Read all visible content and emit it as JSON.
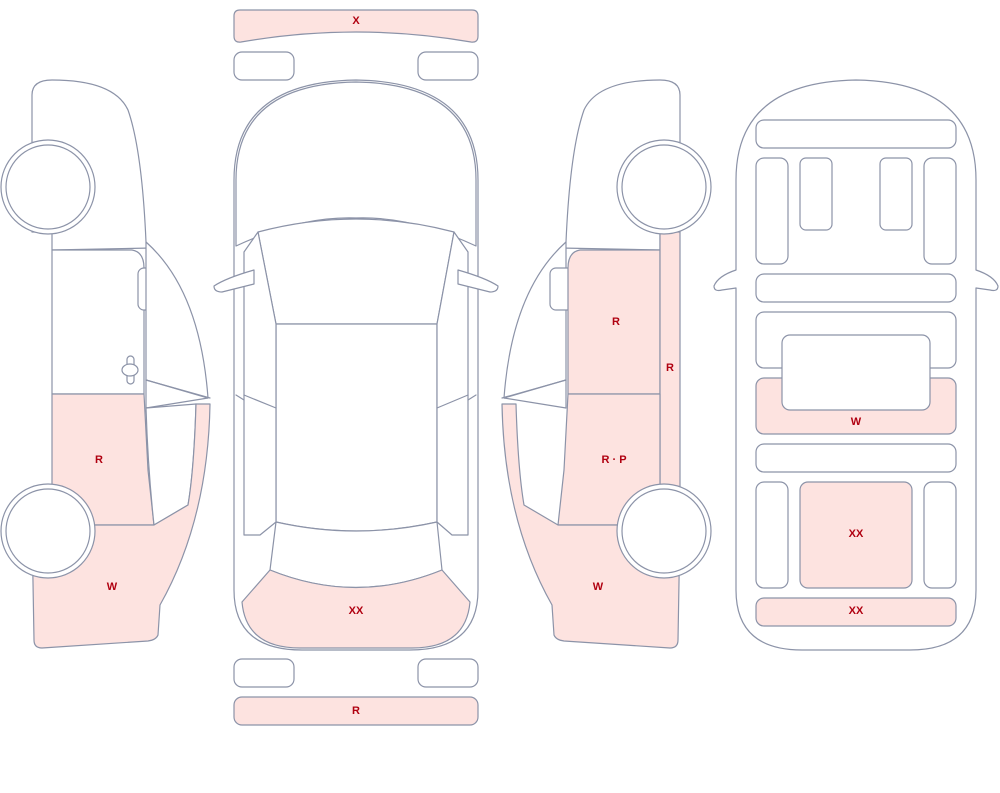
{
  "colors": {
    "outline": "#8c93a8",
    "damage_fill": "#fde3e0",
    "label_text": "#b00010",
    "background": "#ffffff"
  },
  "labels": {
    "front_bumper": "X",
    "left_rear_door": "R",
    "left_rear_quarter": "W",
    "top_rear_hatch": "XX",
    "rear_bumper": "R",
    "right_front_door": "R",
    "right_rocker": "R",
    "right_rear_door": "R · P",
    "right_rear_quarter": "W",
    "bottom_trunk_floor": "W",
    "bottom_spare_area": "XX",
    "bottom_rear_panel": "XX"
  }
}
